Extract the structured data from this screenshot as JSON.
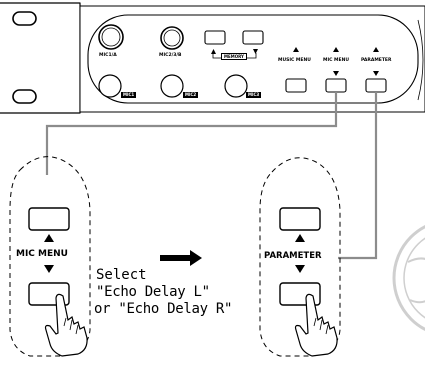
{
  "panel": {
    "knob_labels": [
      "MIC1/A",
      "MIC2/3/B"
    ],
    "mic_tags": [
      "MIC1",
      "MIC2",
      "MIC3"
    ],
    "memory_label": "MEMORY",
    "button_labels": [
      "MUSIC MENU",
      "MIC MENU",
      "PARAMETER"
    ]
  },
  "left_callout": {
    "button_label": "MIC MENU"
  },
  "right_callout": {
    "button_label": "PARAMETER"
  },
  "instruction": {
    "line1": "Select",
    "line2": "\"Echo Delay L\"",
    "line3": "or \"Echo Delay R\""
  },
  "colors": {
    "line": "#000000",
    "connector": "#8c8c8c",
    "watermark": "#c8c8c8"
  }
}
